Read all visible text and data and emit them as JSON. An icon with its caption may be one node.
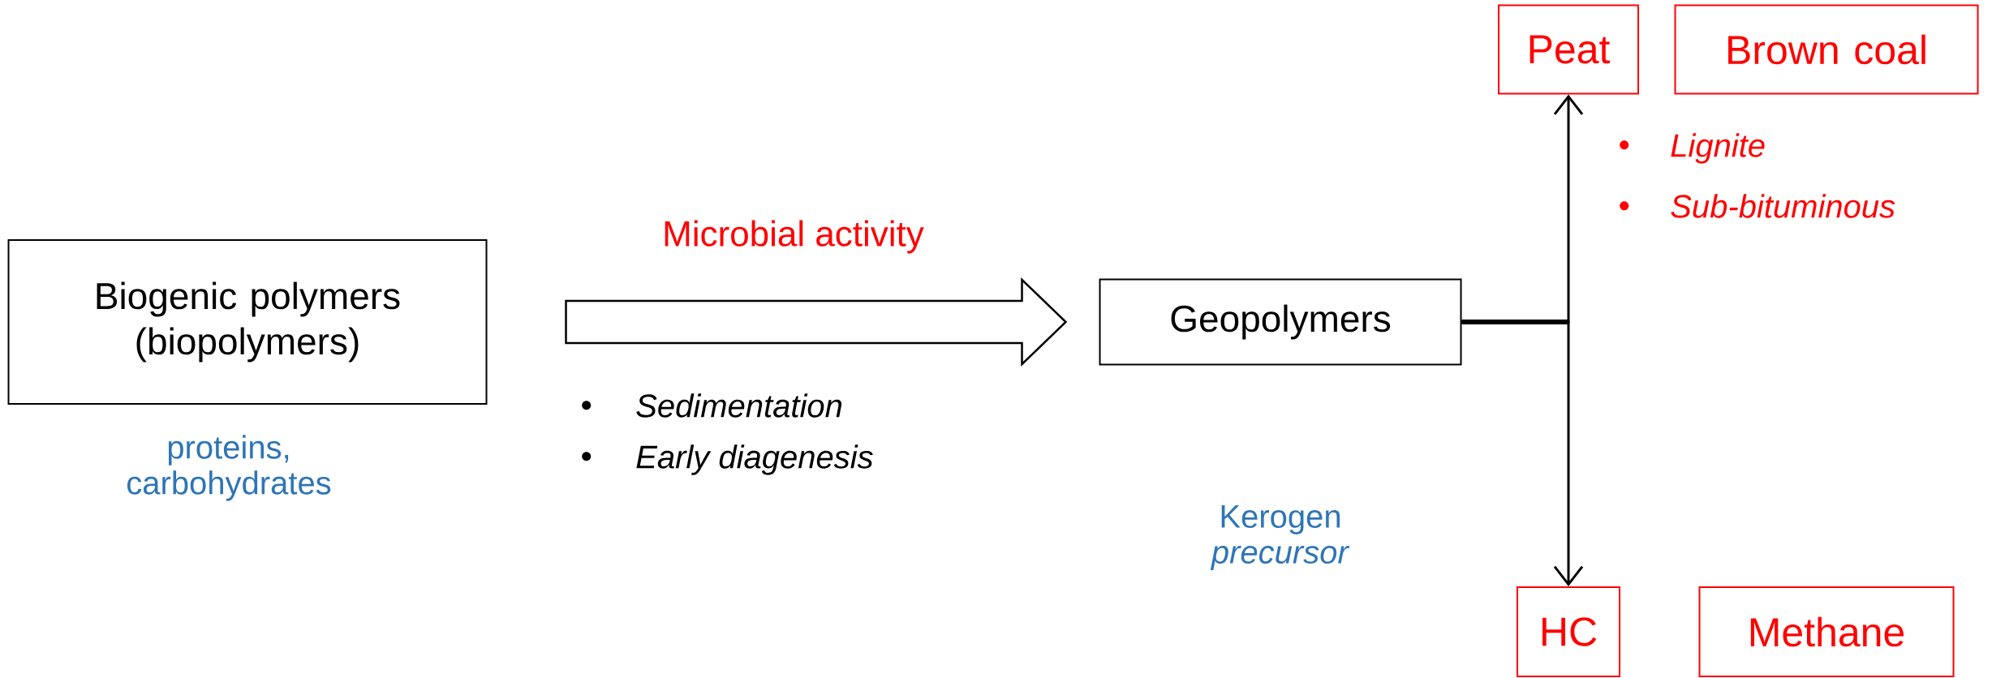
{
  "diagram": {
    "nodes": [
      {
        "text": [
          "Biogenic polymers (biopolymers)"
        ],
        "beside": [
          "proteins, carbohydrates"
        ]
      },
      {
        "text": [
          "Geopolymers"
        ]
      },
      {
        "text": [
          "Peat"
        ]
      },
      {
        "text": [
          "Brown coal"
        ]
      },
      {
        "text": [
          "HC"
        ]
      },
      {
        "text": [
          "Methane"
        ]
      }
    ],
    "edges": [
      {
        "from": 0,
        "to": 1,
        "arrow": "to",
        "label": "Microbial activity"
      },
      {
        "from": 1,
        "to": 2,
        "arrow": "to"
      },
      {
        "from": 1,
        "to": 4,
        "arrow": "to"
      }
    ],
    "labels": [
      "Sedimentation",
      "Early diagenesis",
      "Lignite",
      "Sub-bituminous",
      "Kerogen *precursor*"
    ]
  }
}
